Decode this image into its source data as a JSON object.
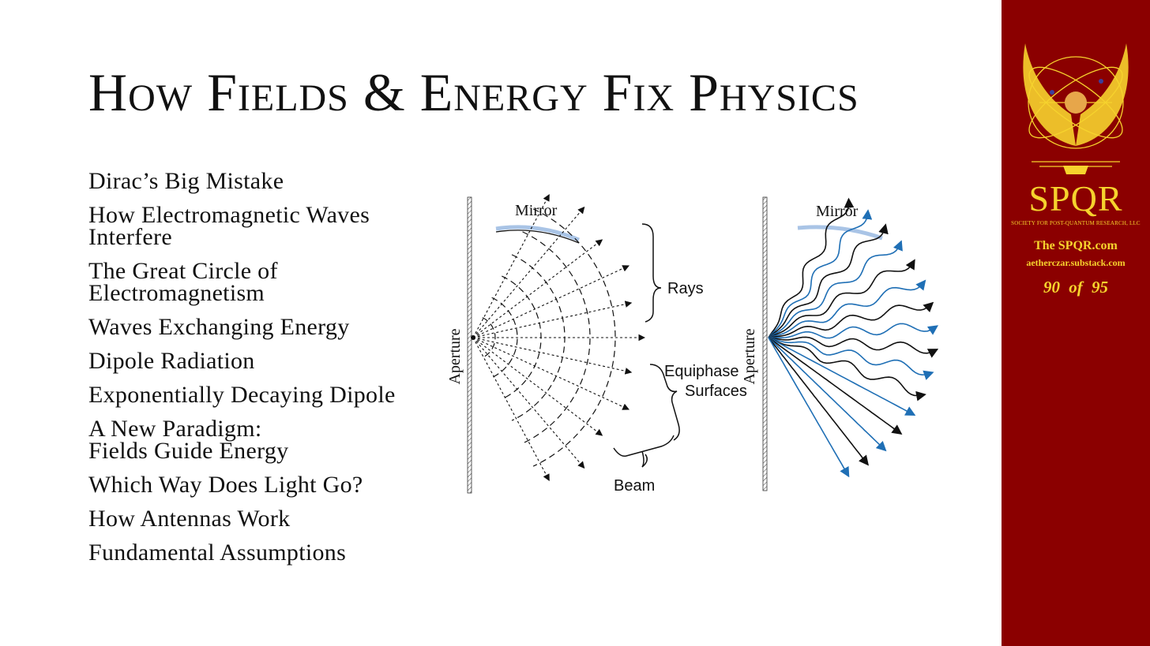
{
  "slide": {
    "title": "How Fields & Energy Fix Physics",
    "toc": [
      "Dirac’s Big Mistake",
      "How Electromagnetic Waves\nInterfere",
      "The Great Circle of\nElectromagnetism",
      "Waves Exchanging Energy",
      "Dipole Radiation",
      "Exponentially Decaying Dipole",
      "A New Paradigm:\nFields Guide Energy",
      "Which Way Does Light Go?",
      "How Antennas Work",
      "Fundamental Assumptions"
    ]
  },
  "diagram": {
    "left": {
      "mirror_label": "Mirror",
      "aperture_label": "Aperture",
      "rays_label": "Rays",
      "equiphase_label_1": "Equiphase",
      "equiphase_label_2": "Surfaces",
      "beam_label": "Beam"
    },
    "right": {
      "mirror_label": "Mirror",
      "aperture_label": "Aperture"
    },
    "colors": {
      "mirror": "#a9c4e6",
      "blue_ray": "#1f6fb5",
      "ink": "#111111"
    }
  },
  "sidebar": {
    "brand": "SPQR",
    "brand_subtitle": "SOCIETY FOR POST-QUANTUM RESEARCH, LLC",
    "site": "The SPQR.com",
    "substack": "aetherczar.substack.com",
    "page": "90 of 95",
    "colors": {
      "background": "#8b0000",
      "gold": "#f6d32d"
    }
  }
}
